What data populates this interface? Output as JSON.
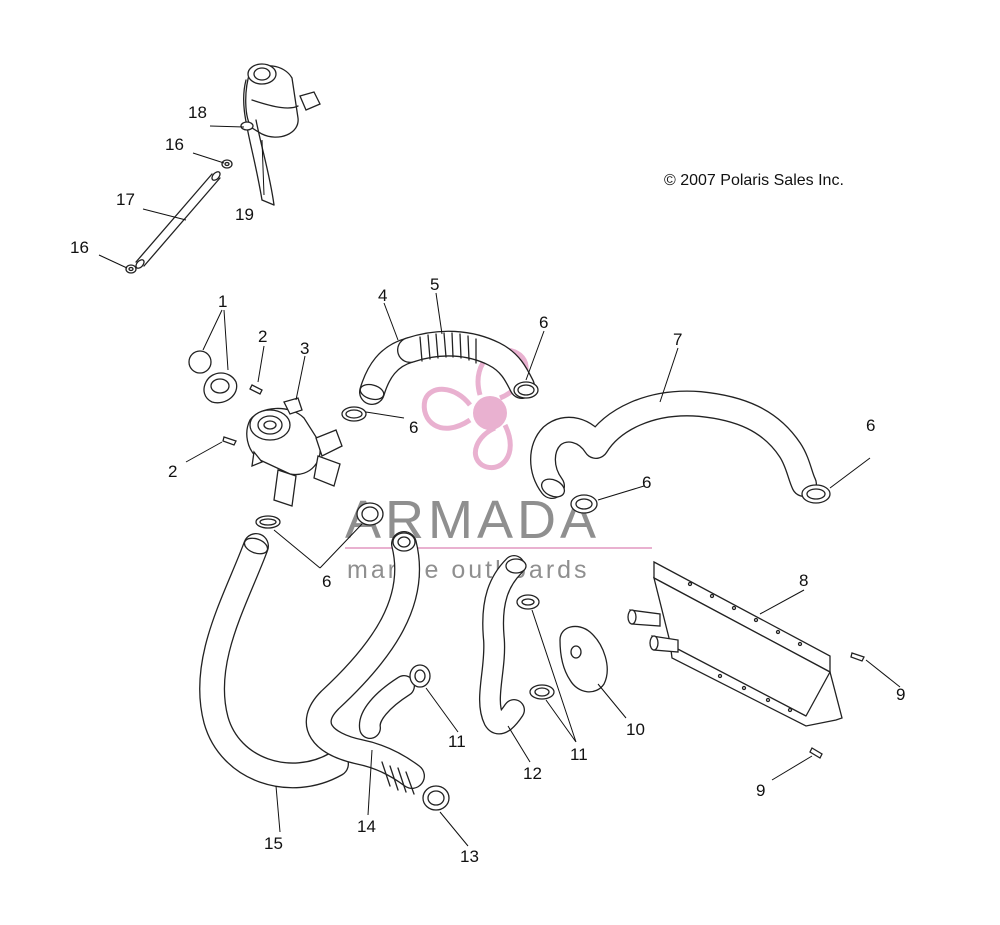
{
  "copyright": "© 2007 Polaris Sales Inc.",
  "watermark": {
    "brand": "ARMADA",
    "tagline": "marine outboards",
    "color_pink": "#e7a9cb",
    "color_gray": "#6e6e6e"
  },
  "callouts": [
    "1",
    "2",
    "2",
    "3",
    "4",
    "5",
    "6",
    "6",
    "6",
    "6",
    "6",
    "7",
    "8",
    "9",
    "9",
    "10",
    "11",
    "11",
    "12",
    "13",
    "14",
    "15",
    "16",
    "16",
    "17",
    "18",
    "19"
  ]
}
